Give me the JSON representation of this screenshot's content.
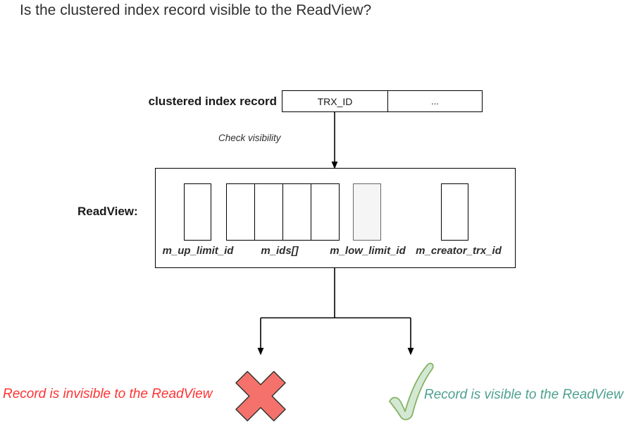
{
  "title": "Is the clustered index record visible to the ReadView?",
  "record": {
    "label": "clustered index record",
    "cells": [
      "TRX_ID",
      "..."
    ]
  },
  "connector": {
    "label": "Check visibility"
  },
  "readview": {
    "label": "ReadView:",
    "fields": [
      {
        "name": "m_up_limit_id",
        "highlighted": false
      },
      {
        "name": "m_ids[]",
        "highlighted": false,
        "slots": 4
      },
      {
        "name": "m_low_limit_id",
        "highlighted": true
      },
      {
        "name": "m_creator_trx_id",
        "highlighted": false
      }
    ]
  },
  "outcomes": {
    "invisible": {
      "label": "Record is invisible to the ReadView",
      "icon": "cross-icon",
      "color": "#FF3333"
    },
    "visible": {
      "label": "Record is visible to the ReadView",
      "icon": "check-icon",
      "color": "#4DA08F"
    }
  },
  "colors": {
    "line": "#000000",
    "cross_fill": "#F4726B",
    "cross_stroke": "#333333",
    "check_fill": "#D5E8D4",
    "check_stroke": "#82B366",
    "highlight_fill": "#F5F5F5",
    "highlight_border": "#666666"
  }
}
